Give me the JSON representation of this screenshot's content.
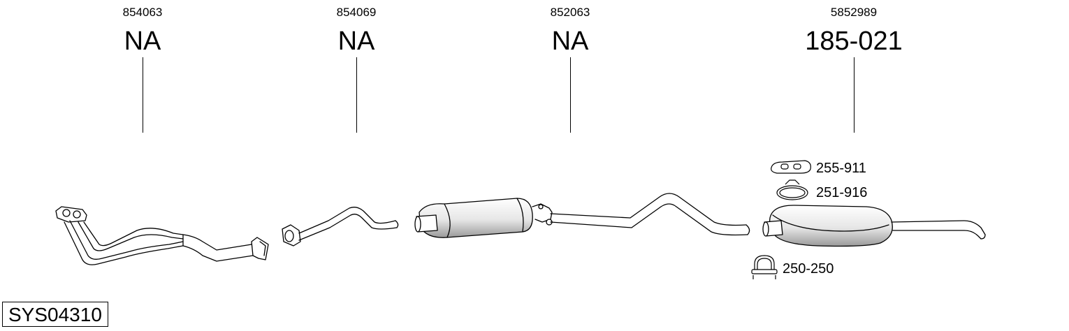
{
  "parts": [
    {
      "oe_number": "854063",
      "reference": "NA"
    },
    {
      "oe_number": "854069",
      "reference": "NA"
    },
    {
      "oe_number": "852063",
      "reference": "NA"
    },
    {
      "oe_number": "5852989",
      "reference": "185-021"
    }
  ],
  "accessories": [
    {
      "label": "255-911",
      "icon": "rubber-hanger-icon"
    },
    {
      "label": "251-916",
      "icon": "pipe-clamp-icon"
    },
    {
      "label": "250-250",
      "icon": "u-bolt-clamp-icon"
    }
  ],
  "system_code": "SYS04310"
}
